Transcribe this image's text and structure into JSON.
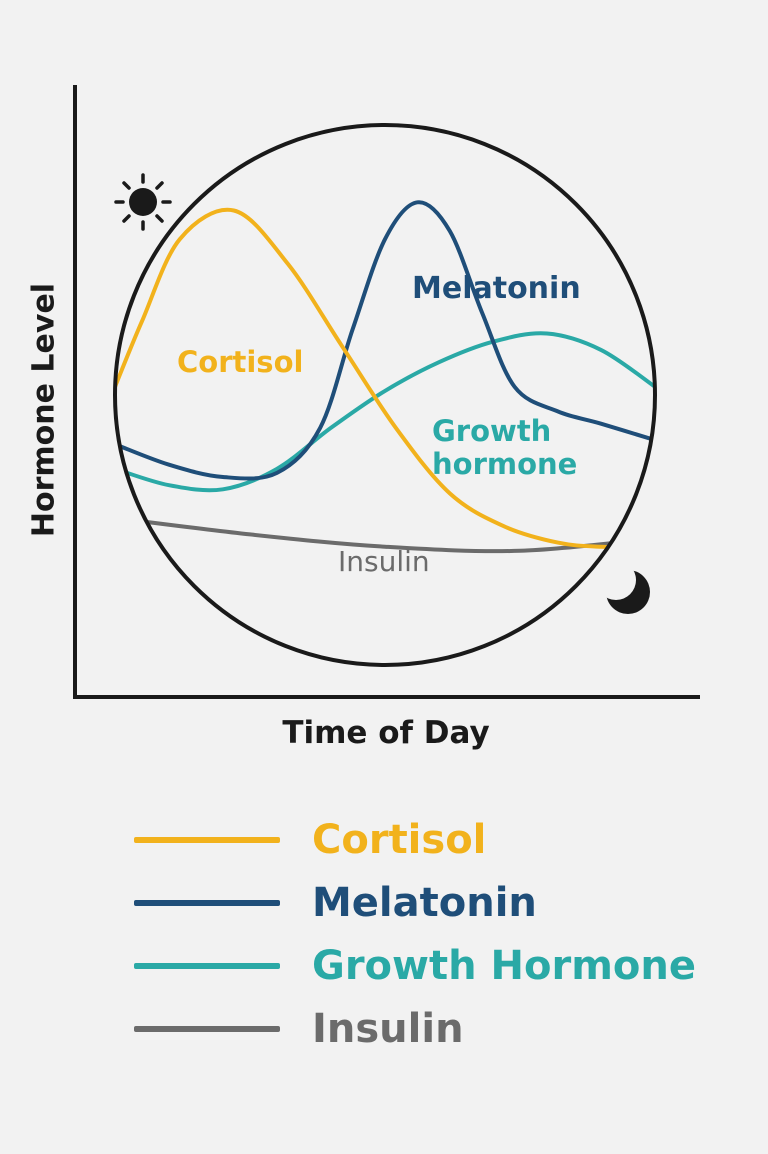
{
  "chart_data": {
    "type": "line",
    "xlabel": "Time of Day",
    "ylabel": "Hormone Level",
    "grid": false,
    "legend_placement": "bottom",
    "icons": {
      "start": "sun-icon",
      "end": "moon-icon"
    },
    "series": [
      {
        "name": "Cortisol",
        "label": "Cortisol",
        "color": "#f2b21c",
        "x": [
          0,
          5,
          12,
          22,
          32,
          42,
          52,
          62,
          72,
          82,
          90,
          100
        ],
        "y": [
          52,
          68,
          88,
          95,
          82,
          62,
          42,
          26,
          18,
          14,
          13,
          13
        ]
      },
      {
        "name": "Melatonin",
        "label": "Melatonin",
        "color": "#1f4e79",
        "x": [
          0,
          10,
          20,
          30,
          38,
          44,
          50,
          56,
          62,
          68,
          74,
          82,
          90,
          100
        ],
        "y": [
          38,
          33,
          30,
          31,
          42,
          66,
          88,
          97,
          90,
          70,
          52,
          46,
          43,
          39
        ]
      },
      {
        "name": "Growth Hormone",
        "label_lines": [
          "Growth",
          "hormone"
        ],
        "color": "#2aa9a6",
        "x": [
          0,
          10,
          20,
          30,
          40,
          50,
          60,
          70,
          80,
          90,
          100
        ],
        "y": [
          32,
          28,
          27,
          32,
          42,
          51,
          58,
          63,
          65,
          61,
          52
        ]
      },
      {
        "name": "Insulin",
        "label": "Insulin",
        "color": "#6b6b6b",
        "x": [
          0,
          25,
          50,
          75,
          100
        ],
        "y": [
          20,
          16,
          13,
          12,
          15
        ]
      }
    ]
  },
  "legend": {
    "items": [
      {
        "label": "Cortisol",
        "color": "#f2b21c"
      },
      {
        "label": "Melatonin",
        "color": "#1f4e79"
      },
      {
        "label": "Growth Hormone",
        "color": "#2aa9a6"
      },
      {
        "label": "Insulin",
        "color": "#6b6b6b"
      }
    ]
  }
}
